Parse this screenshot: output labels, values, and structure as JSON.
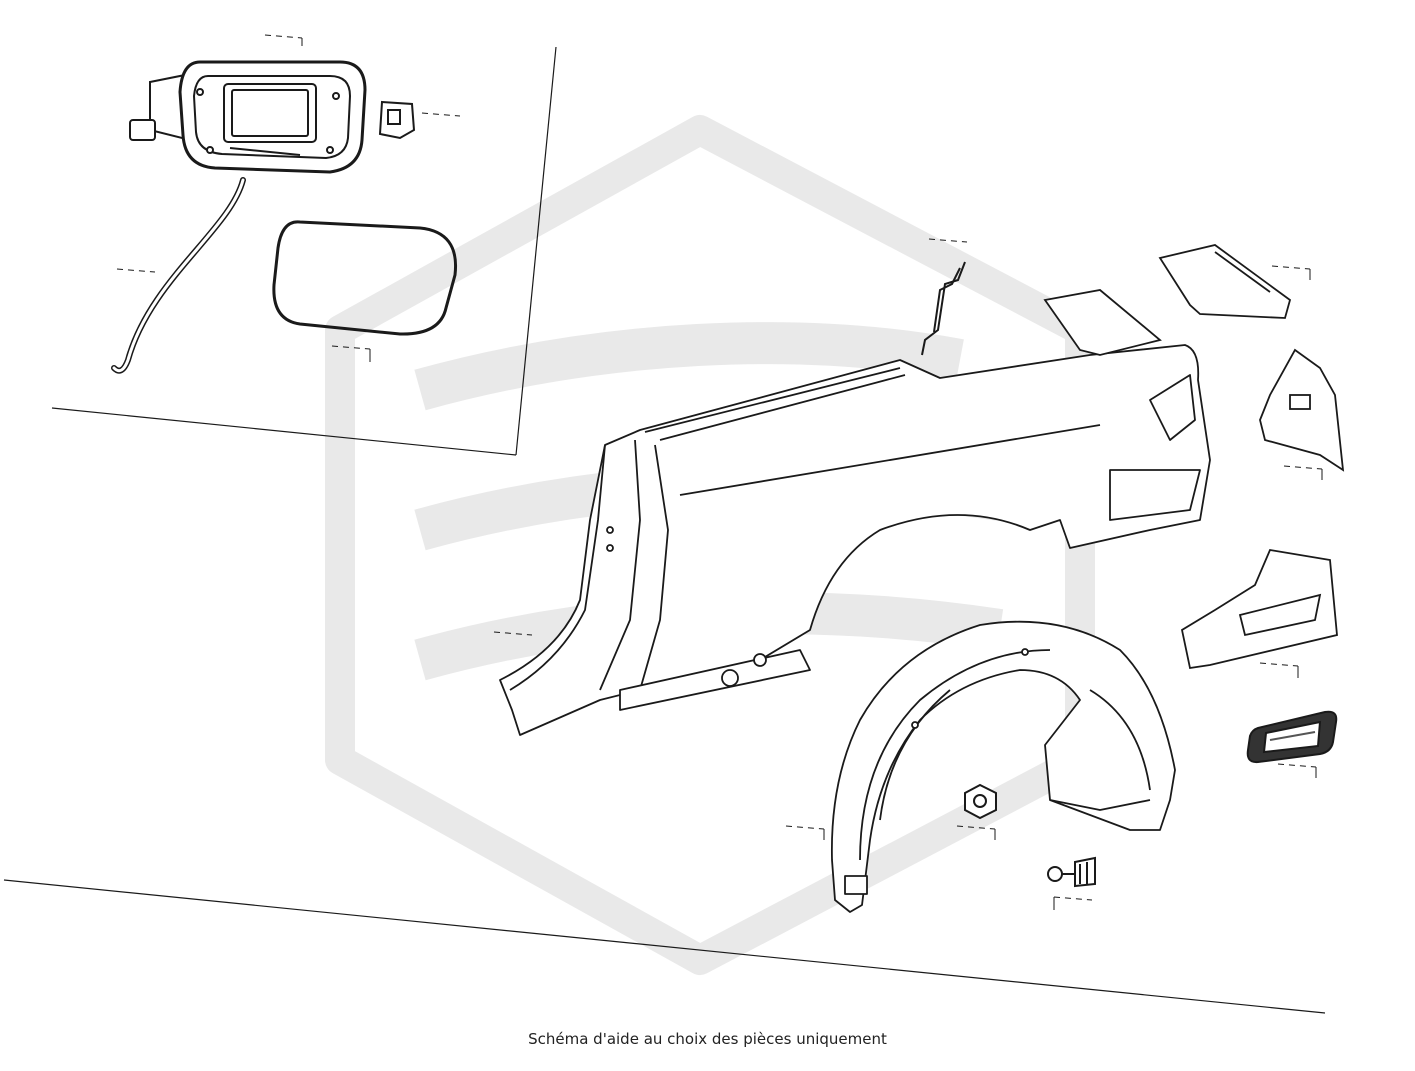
{
  "caption": "Schéma d'aide au choix des pièces uniquement",
  "colors": {
    "line": "#1a1a1a",
    "watermark": "#e9e9e9",
    "background": "#ffffff"
  },
  "watermark": {
    "shape": "hexagon-logo"
  },
  "callouts": [
    {
      "id": "fuel-door-housing",
      "label": ""
    },
    {
      "id": "fuel-door-actuator",
      "label": ""
    },
    {
      "id": "fuel-door-cable",
      "label": ""
    },
    {
      "id": "fuel-door-seal",
      "label": ""
    },
    {
      "id": "roof-rail-bracket",
      "label": ""
    },
    {
      "id": "tail-light-pocket-upper",
      "label": ""
    },
    {
      "id": "tail-light-pocket-lower",
      "label": ""
    },
    {
      "id": "quarter-panel",
      "label": ""
    },
    {
      "id": "rear-panel-extension",
      "label": ""
    },
    {
      "id": "pressure-relief-valve",
      "label": ""
    },
    {
      "id": "wheel-house-liner",
      "label": ""
    },
    {
      "id": "nut",
      "label": ""
    },
    {
      "id": "push-pin",
      "label": ""
    }
  ]
}
